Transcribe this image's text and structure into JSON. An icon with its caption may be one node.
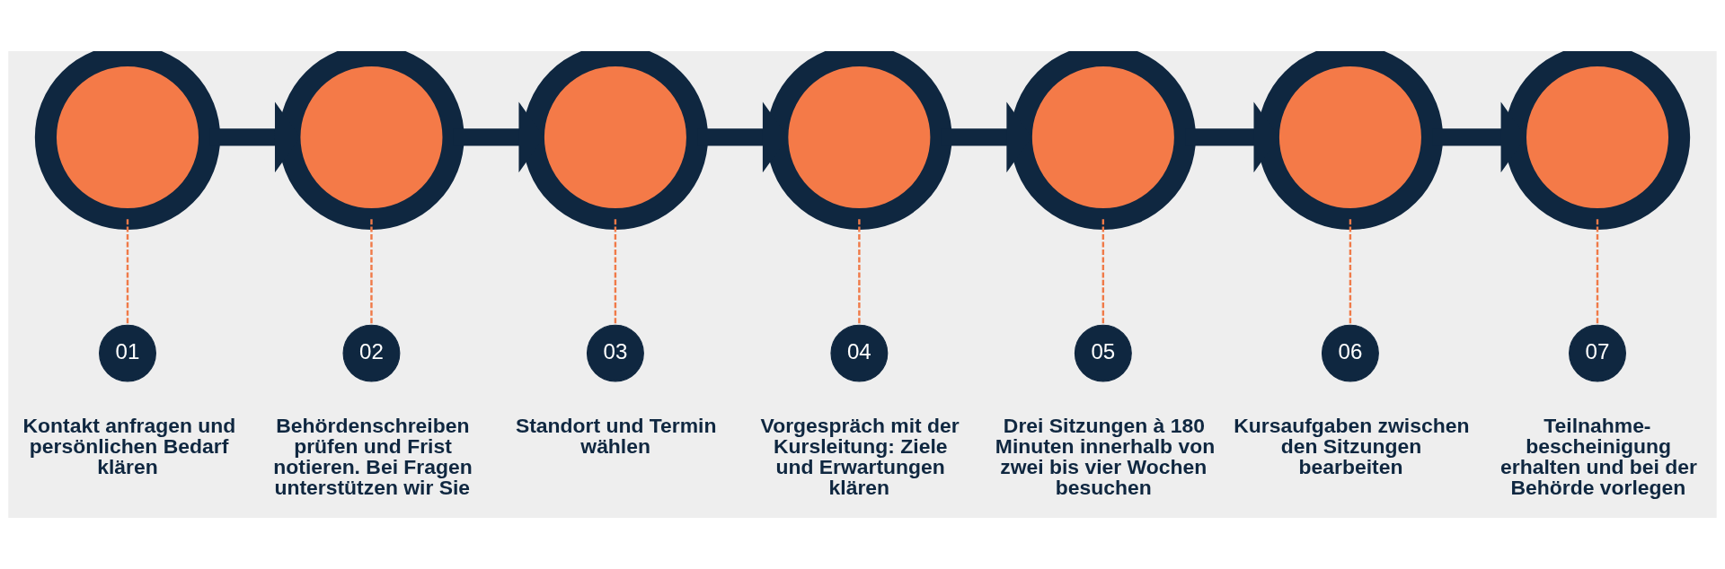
{
  "diagram": {
    "nodes": [
      {
        "text": [],
        "shape": "circle"
      },
      {
        "text": [],
        "shape": "circle"
      },
      {
        "text": [],
        "shape": "circle"
      },
      {
        "text": [],
        "shape": "circle"
      },
      {
        "text": [],
        "shape": "circle"
      },
      {
        "text": [],
        "shape": "circle"
      },
      {
        "text": [],
        "shape": "circle"
      },
      {
        "text": [
          "01"
        ],
        "beside": [
          "Kontakt anfragen und persönlichen Bedarf klären"
        ]
      },
      {
        "text": [
          "02"
        ],
        "beside": [
          "Behördenschreiben prüfen und Frist notieren. Bei Fragen unterstützen wir Sie"
        ]
      },
      {
        "text": [
          "03"
        ],
        "beside": [
          "Standort und Termin wählen"
        ]
      },
      {
        "text": [
          "04"
        ],
        "beside": [
          "Vorgespräch mit der Kursleitung: Ziele und Erwartungen klären"
        ]
      },
      {
        "text": [
          "05"
        ],
        "beside": [
          "Drei Sitzungen à 180 Minuten innerhalb von zwei bis vier Wochen besuchen"
        ]
      },
      {
        "text": [
          "06"
        ],
        "beside": [
          "Kursaufgaben zwischen den Sitzungen bearbeiten"
        ]
      },
      {
        "text": [
          "07"
        ],
        "beside": [
          "Teilnahme- bescheinigung erhalten und bei der Behörde vorlegen"
        ]
      }
    ],
    "edges": [
      {
        "from": 0,
        "to": 1,
        "arrow": "to",
        "style": "thick",
        "color": "#0f2740"
      },
      {
        "from": 1,
        "to": 2,
        "arrow": "to",
        "style": "thick",
        "color": "#0f2740"
      },
      {
        "from": 2,
        "to": 3,
        "arrow": "to",
        "style": "thick",
        "color": "#0f2740"
      },
      {
        "from": 3,
        "to": 4,
        "arrow": "to",
        "style": "thick",
        "color": "#0f2740"
      },
      {
        "from": 4,
        "to": 5,
        "arrow": "to",
        "style": "thick",
        "color": "#0f2740"
      },
      {
        "from": 5,
        "to": 6,
        "arrow": "to",
        "style": "thick",
        "color": "#0f2740"
      },
      {
        "from": 0,
        "to": 7,
        "arrow": "none",
        "style": "dashed",
        "color": "#f07a48"
      },
      {
        "from": 1,
        "to": 8,
        "arrow": "none",
        "style": "dashed",
        "color": "#f07a48"
      },
      {
        "from": 2,
        "to": 9,
        "arrow": "none",
        "style": "dashed",
        "color": "#f07a48"
      },
      {
        "from": 3,
        "to": 10,
        "arrow": "none",
        "style": "dashed",
        "color": "#f07a48"
      },
      {
        "from": 4,
        "to": 11,
        "arrow": "none",
        "style": "dashed",
        "color": "#f07a48"
      },
      {
        "from": 5,
        "to": 12,
        "arrow": "none",
        "style": "dashed",
        "color": "#f07a48"
      },
      {
        "from": 6,
        "to": 13,
        "arrow": "none",
        "style": "dashed",
        "color": "#f07a48"
      }
    ]
  }
}
